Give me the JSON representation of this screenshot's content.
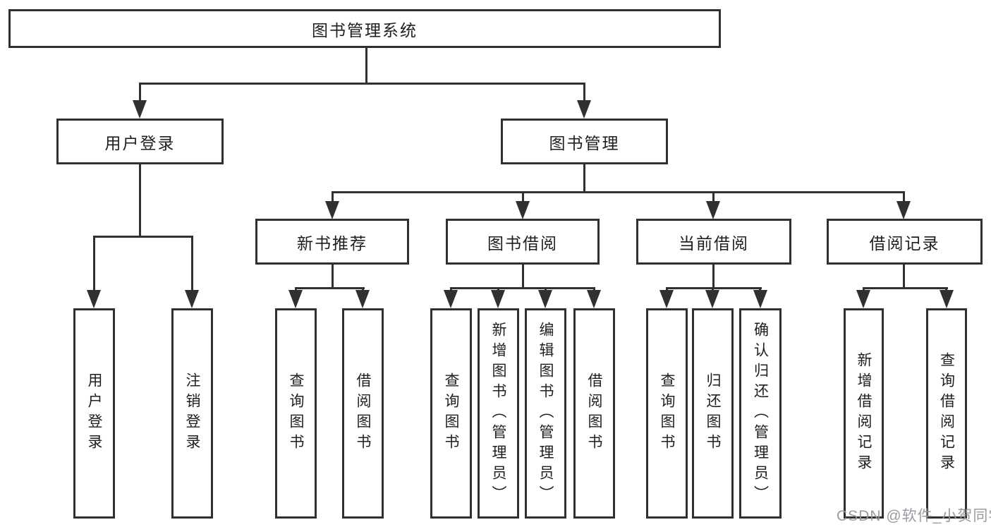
{
  "tree": {
    "root": {
      "label": "图书管理系统"
    },
    "branches": [
      {
        "label": "用户登录",
        "children": [
          {
            "label": "用户登录"
          },
          {
            "label": "注销登录"
          }
        ]
      },
      {
        "label": "图书管理",
        "children": [
          {
            "label": "新书推荐",
            "children": [
              {
                "label": "查询图书"
              },
              {
                "label": "借阅图书"
              }
            ]
          },
          {
            "label": "图书借阅",
            "children": [
              {
                "label": "查询图书"
              },
              {
                "label": "新增图书（管理员）"
              },
              {
                "label": "编辑图书（管理员）"
              },
              {
                "label": "借阅图书"
              }
            ]
          },
          {
            "label": "当前借阅",
            "children": [
              {
                "label": "查询图书"
              },
              {
                "label": "归还图书"
              },
              {
                "label": "确认归还（管理员）"
              }
            ]
          },
          {
            "label": "借阅记录",
            "children": [
              {
                "label": "新增借阅记录"
              },
              {
                "label": "查询借阅记录"
              }
            ]
          }
        ]
      }
    ]
  },
  "watermark": {
    "text": "CSDN @软件_小贺同学"
  },
  "colors": {
    "line": "#303030",
    "text": "#1f1f1f",
    "background": "#ffffff",
    "watermark": "#9a9aa0"
  }
}
